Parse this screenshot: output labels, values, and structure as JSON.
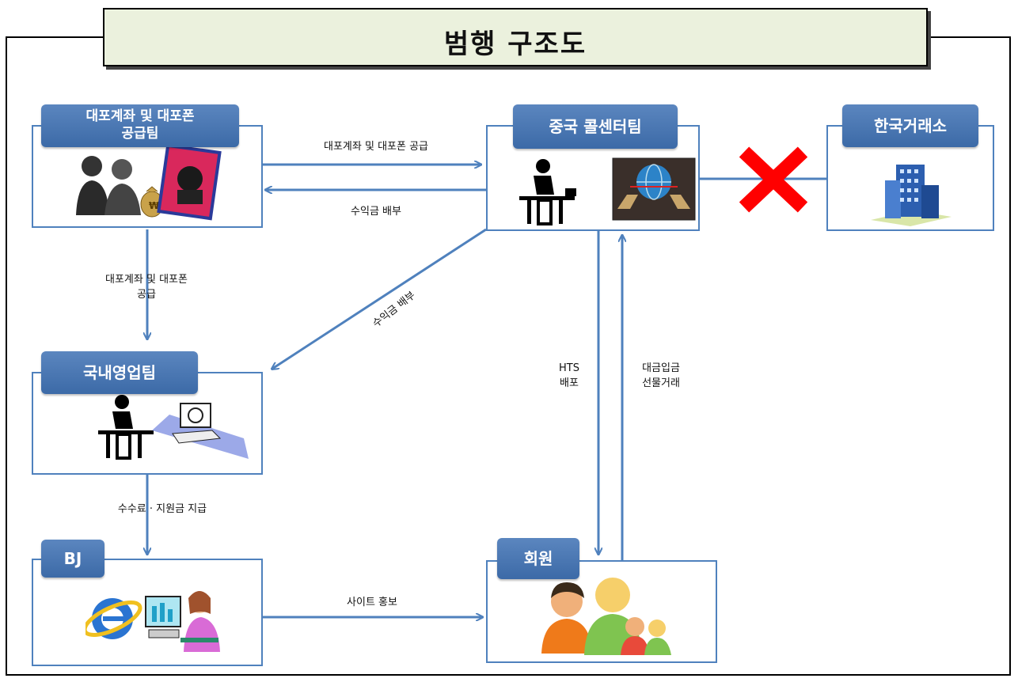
{
  "title": "범행 구조도",
  "nodes": {
    "supply": {
      "label_line1": "대포계좌 및 대포폰",
      "label_line2": "공급팀"
    },
    "callcenter": {
      "label": "중국 콜센터팀"
    },
    "exchange": {
      "label": "한국거래소"
    },
    "domestic": {
      "label": "국내영업팀"
    },
    "bj": {
      "label": "BJ"
    },
    "member": {
      "label": "회원"
    }
  },
  "edges": {
    "supply_to_cc": "대포계좌 및 대포폰 공급",
    "cc_to_supply": "수익금 배부",
    "supply_to_domestic_1": "대포계좌 및 대포폰",
    "supply_to_domestic_2": "공급",
    "cc_to_domestic": "수익금 배부",
    "hts_1": "HTS",
    "hts_2": "배포",
    "deposit_1": "대금입금",
    "deposit_2": "선물거래",
    "domestic_to_bj": "수수료 · 지원금 지급",
    "bj_to_member": "사이트 홍보"
  },
  "colors": {
    "box_border": "#4f81bd",
    "tab_fill": "#4a77b4",
    "arrow": "#4f81bd",
    "title_bg": "#ebf1dd",
    "blocked_x": "#ff0000"
  },
  "icons": [
    "people-money-icon",
    "phone-card-icon",
    "desk-person-icon",
    "globe-computers-icon",
    "building-icon",
    "computer-desk-icon",
    "ie-icon",
    "woman-computer-icon",
    "users-group-icon"
  ]
}
